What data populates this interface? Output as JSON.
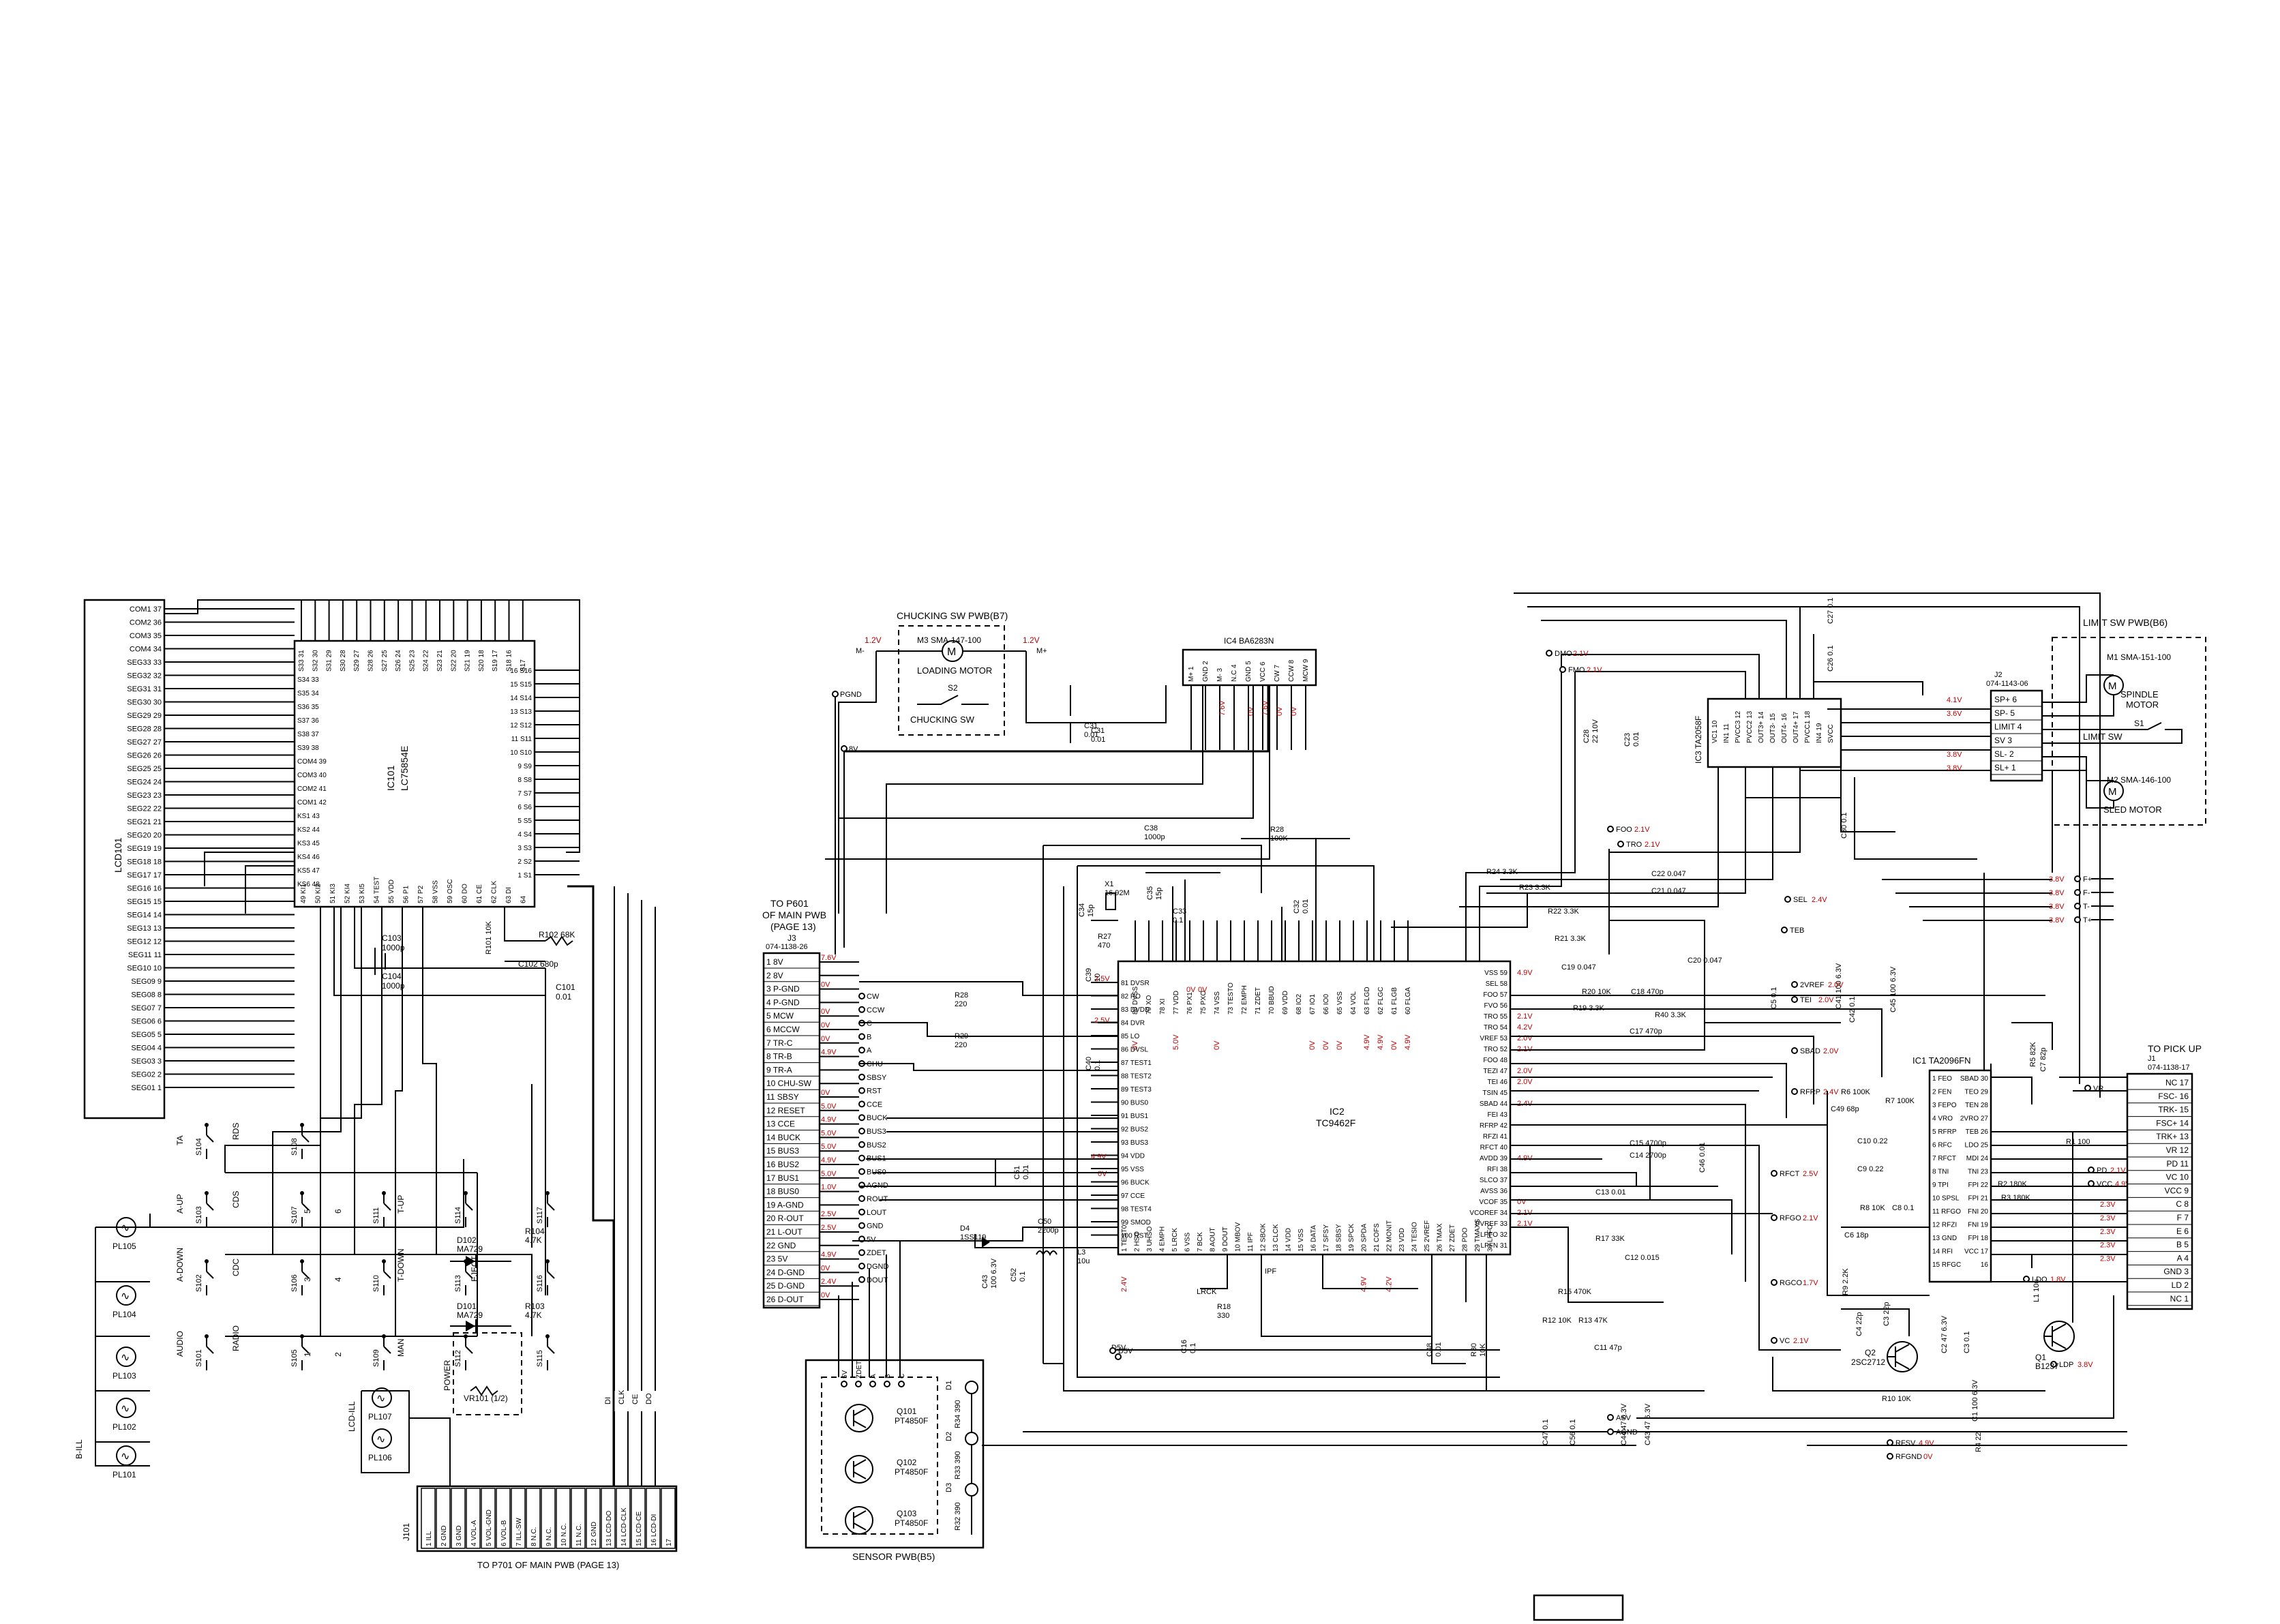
{
  "sheet": {
    "blank_label_box": ""
  },
  "lcd": {
    "name": "LCD101",
    "pins_left": [
      "COM1 37",
      "COM2 36",
      "COM3 35",
      "COM4 34",
      "SEG33 33",
      "SEG32 32",
      "SEG31 31",
      "SEG30 30",
      "SEG29 29",
      "SEG28 28",
      "SEG27 27",
      "SEG26 26",
      "SEG25 25",
      "SEG24 24",
      "SEG23 23",
      "SEG22 22",
      "SEG21 21",
      "SEG20 20",
      "SEG19 19",
      "SEG18 18",
      "SEG17 17",
      "SEG16 16",
      "SEG15 15",
      "SEG14 14",
      "SEG13 13",
      "SEG12 12",
      "SEG11 11",
      "SEG10 10",
      "SEG09 9",
      "SEG08 8",
      "SEG07 7",
      "SEG06 6",
      "SEG05 5",
      "SEG04 4",
      "SEG03 3",
      "SEG02 2",
      "SEG01 1"
    ]
  },
  "ic101": {
    "name": "IC101",
    "part": "LC75854E",
    "top_pins": [
      "S33 31",
      "S32 30",
      "S31 29",
      "S30 28",
      "S29 27",
      "S28 26",
      "S27 25",
      "S26 24",
      "S25 23",
      "S24 22",
      "S23 21",
      "S22 20",
      "S21 19",
      "S20 18",
      "S19 17",
      "S18 16",
      "S17"
    ],
    "left_pins": [
      "S34 33",
      "S35 34",
      "S36 35",
      "S37 36",
      "S38 37",
      "S39 38",
      "COM4 39",
      "COM3 40",
      "COM2 41",
      "COM1 42",
      "KS1 43",
      "KS2 44",
      "KS3 45",
      "KS4 46",
      "KS5 47",
      "KS6 48"
    ],
    "right_pins": [
      "16 S16",
      "15 S15",
      "14 S14",
      "13 S13",
      "12 S12",
      "11 S11",
      "10 S10",
      "9 S9",
      "8 S8",
      "7 S7",
      "6 S6",
      "5 S5",
      "4 S4",
      "3 S3",
      "2 S2",
      "1 S1"
    ],
    "bottom_pins": [
      "49 KI1",
      "50 KI2",
      "51 KI3",
      "52 KI4",
      "53 KI5",
      "54 TEST",
      "55 VDD",
      "56 P1",
      "57 P2",
      "58 VSS",
      "59 OSC",
      "60 DO",
      "61 CE",
      "62 CLK",
      "63 DI",
      "64"
    ]
  },
  "keys": {
    "groups": [
      {
        "label": "TA",
        "switches": [
          "S104",
          "S108"
        ],
        "extra": "RDS"
      },
      {
        "label": "A-UP",
        "switches": [
          "S103",
          "S107",
          "S111",
          "S114",
          "S117"
        ],
        "extra": "CDS"
      },
      {
        "label": "A-DOWN",
        "switches": [
          "S102",
          "S106",
          "S110",
          "S113",
          "S116"
        ],
        "extra": "CDC"
      },
      {
        "label": "AUDIO",
        "switches": [
          "S101",
          "S105",
          "S109",
          "S112",
          "S115"
        ],
        "extra": "RADIO"
      }
    ],
    "names": [
      "5",
      "6",
      "T-UP",
      "3",
      "4",
      "T-DOWN",
      "1",
      "2",
      "MAN",
      "EJECT",
      "POWER"
    ]
  },
  "lamps": [
    "PL105",
    "PL104",
    "PL103",
    "PL102",
    "PL101",
    "PL107",
    "PL106"
  ],
  "lamp_net": "B-ILL",
  "lcd_ill": "LCD-ILL",
  "diodes": [
    {
      "ref": "D102",
      "part": "MA729"
    },
    {
      "ref": "D101",
      "part": "MA729"
    }
  ],
  "passives_left": [
    {
      "ref": "C103",
      "value": "1000p"
    },
    {
      "ref": "C104",
      "value": "1000p"
    },
    {
      "ref": "R102",
      "value": "68K"
    },
    {
      "ref": "C102",
      "value": "680p"
    },
    {
      "ref": "C101",
      "value": "0.01"
    },
    {
      "ref": "R104",
      "value": "4.7K"
    },
    {
      "ref": "R103",
      "value": "4.7K"
    },
    {
      "ref": "R101",
      "value": "10K"
    }
  ],
  "vr101": "VR101 (1/2)",
  "j101": {
    "name": "J101",
    "pins": [
      "1 ILL",
      "2 GND",
      "3 GND",
      "4 VOL-A",
      "5 VOL-GND",
      "6 VOL-B",
      "7 ILL-SW",
      "8 N.C.",
      "9 N.C.",
      "10 N.C.",
      "11 N.C.",
      "12 GND",
      "13 LCD-DO",
      "14 LCD-CLK",
      "15 LCD-CE",
      "16 LCD-DI",
      "17"
    ],
    "nets": [
      "DI",
      "CLK",
      "CE",
      "DO"
    ],
    "caption": "TO P701 OF MAIN PWB (PAGE 13)"
  },
  "chucking": {
    "title": "CHUCKING SW PWB(B7)",
    "motor": "M3  SMA-147-100",
    "motor_label": "LOADING MOTOR",
    "switch": "S2",
    "switch_label": "CHUCKING SW",
    "v_left": "1.2V",
    "v_right": "1.2V",
    "pin_left": "M-",
    "pin_right": "M+"
  },
  "ic4": {
    "name": "IC4  BA6283N",
    "pins": [
      "M+ 1",
      "GND 2",
      "M- 3",
      "N.C 4",
      "GND 5",
      "VCC 6",
      "CW 7",
      "CCW 8",
      "MCW 9"
    ],
    "volts": [
      "",
      "",
      "7.6V",
      "",
      "0V",
      "7.6V",
      "0V",
      "0V",
      ""
    ]
  },
  "j3": {
    "caption": "TO P601 OF MAIN PWB (PAGE 13)",
    "ref": "J3",
    "part": "074-1138-26",
    "pins": [
      "1 8V",
      "2 8V",
      "3 P-GND",
      "4 P-GND",
      "5 MCW",
      "6 MCCW",
      "7 TR-C",
      "8 TR-B",
      "9 TR-A",
      "10 CHU-SW",
      "11 SBSY",
      "12 RESET",
      "13 CCE",
      "14 BUCK",
      "15 BUS3",
      "16 BUS2",
      "17 BUS1",
      "18 BUS0",
      "19 A-GND",
      "20 R-OUT",
      "21 L-OUT",
      "22 GND",
      "23 5V",
      "24 D-GND",
      "25 D-GND",
      "26 D-OUT"
    ],
    "volts": [
      "7.6V",
      "",
      "0V",
      "",
      "0V",
      "0V",
      "0V",
      "4.9V",
      "",
      "",
      "0V",
      "5.0V",
      "4.9V",
      "5.0V",
      "5.0V",
      "4.9V",
      "5.0V",
      "1.0V",
      "",
      "2.5V",
      "2.5V",
      "",
      "4.9V",
      "0V",
      "2.4V",
      "0V"
    ],
    "nets": [
      "PGND",
      "8V",
      "CW",
      "CCW",
      "C",
      "B",
      "A",
      "CHU",
      "SBSY",
      "RST",
      "CCE",
      "BUCK",
      "BUS3",
      "BUS2",
      "BUS1",
      "BUS0",
      "AGND",
      "ROUT",
      "LOUT",
      "GND",
      "5V",
      "ZDET",
      "DGND",
      "DOUT"
    ]
  },
  "ic2": {
    "name": "IC2",
    "part": "TC9462F",
    "top_pins": [
      "80 DVSS",
      "79 XO",
      "78 XI",
      "77 VDD",
      "76 PX1",
      "75 PXO",
      "74 VSS",
      "73 TESTO",
      "72 EMPH",
      "71 ZDET",
      "70 BBUD",
      "69 VDD",
      "68 IO2",
      "67 IO1",
      "66 IO0",
      "65 VSS",
      "64 VOL",
      "63 FLGD",
      "62 FLGC",
      "61 FLGB",
      "60 FLGA"
    ],
    "left_pins": [
      "81 DVSR",
      "82 RO",
      "83 DVDD",
      "84 DVR",
      "85 LO",
      "86 DVSL",
      "87 TEST1",
      "88 TEST2",
      "89 TEST3",
      "90 BUS0",
      "91 BUS1",
      "92 BUS2",
      "93 BUS3",
      "94 VDD",
      "95 VSS",
      "96 BUCK",
      "97 CCE",
      "98 TEST4",
      "99 SMOD",
      "100 RST"
    ],
    "bottom_pins": [
      "1 TEST0",
      "2 HSO",
      "3 UHSO",
      "4 EMPH",
      "5 LRCK",
      "6 VSS",
      "7 BCK",
      "8 AOUT",
      "9 DOUT",
      "10 MBOV",
      "11 IPF",
      "12 SBOK",
      "13 CLCK",
      "14 VDD",
      "15 VSS",
      "16 DATA",
      "17 SFSY",
      "18 SBSY",
      "19 SPCK",
      "20 SPDA",
      "21 COFS",
      "22 MONIT",
      "23 VDD",
      "24 TESIO",
      "25 2VREF",
      "26 TMAX",
      "27 ZDET",
      "28 PDO",
      "29 TMAXS",
      "30 LPFO"
    ],
    "right_pins": [
      "VSS 59",
      "SEL 58",
      "FOO 57",
      "FVO 56",
      "TRO 55",
      "TRO 54",
      "VREF 53",
      "TRO 52",
      "FOO 48",
      "TEZI 47",
      "TEI 46",
      "TSIN 45",
      "SBAD 44",
      "FEI 43",
      "RFRP 42",
      "RFZI 41",
      "RFCT 40",
      "AVDD 39",
      "RFI 38",
      "SLCO 37",
      "AVSS 36",
      "VCOF 35",
      "VCOREF 34",
      "PVREF 33",
      "LPFO 32",
      "LPFN 31"
    ],
    "top_volts": [
      "0V",
      "",
      "",
      "5.0V",
      "",
      "",
      "0V",
      "",
      "",
      "",
      "",
      "",
      "",
      "0V",
      "0V",
      "0V",
      "",
      "4.9V",
      "4.9V",
      "0V",
      "4.9V"
    ],
    "left_volts": [
      "2.5V",
      "",
      "",
      "",
      "",
      "",
      "",
      "",
      "",
      "",
      "",
      "",
      "",
      "",
      "",
      "",
      "",
      "",
      "",
      ""
    ],
    "right_volts": [
      "4.9V",
      "",
      "",
      "",
      "2.1V",
      "4.2V",
      "2.0V",
      "2.1V",
      "",
      "2.0V",
      "2.0V",
      "",
      "2.4V",
      "",
      "",
      "",
      "",
      "4.9V",
      "",
      "",
      "",
      "0V",
      "2.1V",
      "2.1V",
      "",
      ""
    ],
    "bottom_volts": [
      "2.4V",
      "",
      "",
      "",
      "",
      "",
      "",
      "",
      "",
      "",
      "",
      "",
      "",
      "",
      "",
      "",
      "",
      "",
      "",
      "4.9V",
      "",
      "4.2V",
      "",
      "",
      "",
      "",
      "",
      "",
      "",
      ""
    ]
  },
  "ic2_parts": [
    {
      "ref": "C38",
      "value": "1000p"
    },
    {
      "ref": "C34",
      "value": "15p"
    },
    {
      "ref": "X1",
      "value": "16.92M"
    },
    {
      "ref": "C35",
      "value": "15p"
    },
    {
      "ref": "C33",
      "value": "0.1"
    },
    {
      "ref": "R27",
      "value": "470"
    },
    {
      "ref": "R28",
      "value": "100K"
    },
    {
      "ref": "C32",
      "value": "0.01"
    },
    {
      "ref": "C39",
      "value": "10"
    },
    {
      "ref": "C40",
      "value": "0.1"
    },
    {
      "ref": "R28",
      "value": "220"
    },
    {
      "ref": "R29",
      "value": "220"
    },
    {
      "ref": "C51",
      "value": "0.01"
    },
    {
      "ref": "C50",
      "value": "2200p"
    },
    {
      "ref": "D4",
      "value": "1SS119"
    },
    {
      "ref": "L3",
      "value": "10u"
    },
    {
      "ref": "C43",
      "value": "100 6.3V"
    },
    {
      "ref": "C52",
      "value": "0.1"
    },
    {
      "ref": "R18",
      "value": "330"
    },
    {
      "ref": "C16",
      "value": "0.1"
    },
    {
      "ref": "C48",
      "value": "0.01"
    },
    {
      "ref": "R30",
      "value": "10K"
    },
    {
      "ref": "C31",
      "value": "0.01"
    },
    {
      "ref": "C28",
      "value": "22 10V"
    },
    {
      "ref": "C23",
      "value": "0.01"
    }
  ],
  "ic3": {
    "name": "IC3  TA2058F",
    "pins": [
      "VC1 10",
      "IN1 11",
      "PVCC3 12",
      "PVCC2 13",
      "OUT3+ 14",
      "OUT3- 15",
      "OUT4- 16",
      "OUT4+ 17",
      "PVCC1 18",
      "IN4 19",
      "SVCC"
    ]
  },
  "fe_parts": [
    {
      "ref": "C27",
      "value": "0.1"
    },
    {
      "ref": "C26",
      "value": "0.1"
    },
    {
      "ref": "C22",
      "value": "0.047"
    },
    {
      "ref": "C21",
      "value": "0.047"
    },
    {
      "ref": "C30",
      "value": "0.1"
    },
    {
      "ref": "R24",
      "value": "3.3K"
    },
    {
      "ref": "R23",
      "value": "3.3K"
    },
    {
      "ref": "R22",
      "value": "3.3K"
    },
    {
      "ref": "R21",
      "value": "3.3K"
    },
    {
      "ref": "C20",
      "value": "0.047"
    },
    {
      "ref": "C19",
      "value": "0.047"
    },
    {
      "ref": "R19",
      "value": "3.3K"
    },
    {
      "ref": "R20",
      "value": "10K"
    },
    {
      "ref": "C18",
      "value": "470p"
    },
    {
      "ref": "C17",
      "value": "470p"
    },
    {
      "ref": "R40",
      "value": "3.3K"
    },
    {
      "ref": "C15",
      "value": "4700p"
    },
    {
      "ref": "C14",
      "value": "2700p"
    },
    {
      "ref": "C13",
      "value": "0.01"
    },
    {
      "ref": "C46",
      "value": "0.01"
    },
    {
      "ref": "R17",
      "value": "33K"
    },
    {
      "ref": "C12",
      "value": "0.015"
    },
    {
      "ref": "R15",
      "value": "470K"
    },
    {
      "ref": "R12",
      "value": "10K"
    },
    {
      "ref": "R13",
      "value": "47K"
    },
    {
      "ref": "C11",
      "value": "47p"
    },
    {
      "ref": "C41",
      "value": "100 6.3V"
    },
    {
      "ref": "C42",
      "value": "0.1"
    },
    {
      "ref": "C45",
      "value": "100 6.3V"
    },
    {
      "ref": "C5",
      "value": "0.1"
    },
    {
      "ref": "R5",
      "value": "82K"
    },
    {
      "ref": "C7",
      "value": "82p"
    },
    {
      "ref": "R6",
      "value": "100K"
    },
    {
      "ref": "R7",
      "value": "100K"
    },
    {
      "ref": "C49",
      "value": "68p"
    },
    {
      "ref": "C10",
      "value": "0.22"
    },
    {
      "ref": "C9",
      "value": "0.22"
    },
    {
      "ref": "R8",
      "value": "10K"
    },
    {
      "ref": "C8",
      "value": "0.1"
    },
    {
      "ref": "C6",
      "value": "18p"
    },
    {
      "ref": "R9",
      "value": "2.2K"
    },
    {
      "ref": "C4",
      "value": "22p"
    },
    {
      "ref": "C3",
      "value": "22p"
    },
    {
      "ref": "R10",
      "value": "10K"
    },
    {
      "ref": "C2",
      "value": "47 6.3V"
    },
    {
      "ref": "C3",
      "value": "0.1"
    },
    {
      "ref": "C1",
      "value": "100 6.3V"
    },
    {
      "ref": "R4",
      "value": "22"
    },
    {
      "ref": "L1",
      "value": "10u"
    },
    {
      "ref": "R2",
      "value": "180K"
    },
    {
      "ref": "R3",
      "value": "180K"
    },
    {
      "ref": "R1",
      "value": "100"
    },
    {
      "ref": "C47",
      "value": "0.1"
    },
    {
      "ref": "C56",
      "value": "0.1"
    },
    {
      "ref": "C44",
      "value": "47 6.3V"
    },
    {
      "ref": "C43",
      "value": "47 6.3V"
    }
  ],
  "transistors": [
    {
      "ref": "Q2",
      "part": "2SC2712"
    },
    {
      "ref": "Q1",
      "part": "B1237"
    }
  ],
  "ic1": {
    "name": "IC1  TA2096FN",
    "left_pins": [
      "1 FEO",
      "2 FEN",
      "3 FEPO",
      "4 VRO",
      "5 RFRP",
      "6 RFC",
      "7 RFCT",
      "8 TNI",
      "9 TPI",
      "10 SPSL",
      "11 RFGO",
      "12 RFZI",
      "13 GND",
      "14 RFI",
      "15 RFGC"
    ],
    "right_pins": [
      "SBAD 30",
      "TEO 29",
      "TEN 28",
      "2VRO 27",
      "TEB 26",
      "LDO 25",
      "MDI 24",
      "TNI 23",
      "FPI 22",
      "FPI 21",
      "FNI 20",
      "FNI 19",
      "FPI 18",
      "VCC 17",
      "16"
    ]
  },
  "nets_right": [
    {
      "name": "DMO",
      "volt": "2.1V"
    },
    {
      "name": "FMO",
      "volt": "2.1V"
    },
    {
      "name": "FOO",
      "volt": "2.1V"
    },
    {
      "name": "TRO",
      "volt": "2.1V"
    },
    {
      "name": "SEL",
      "volt": "2.4V"
    },
    {
      "name": "TEB",
      "volt": ""
    },
    {
      "name": "2VREF",
      "volt": "2.0V"
    },
    {
      "name": "TEI",
      "volt": "2.0V"
    },
    {
      "name": "SBAD",
      "volt": "2.0V"
    },
    {
      "name": "RFRP",
      "volt": "2.4V"
    },
    {
      "name": "RFCT",
      "volt": "2.5V"
    },
    {
      "name": "RFGO",
      "volt": "2.1V"
    },
    {
      "name": "RGCO",
      "volt": "1.7V"
    },
    {
      "name": "VC",
      "volt": "2.1V"
    },
    {
      "name": "LDO",
      "volt": "1.8V"
    },
    {
      "name": "LDP",
      "volt": "3.8V"
    },
    {
      "name": "ASV",
      "volt": ""
    },
    {
      "name": "AGND",
      "volt": ""
    },
    {
      "name": "RFSV",
      "volt": "4.9V"
    },
    {
      "name": "RFGND",
      "volt": "0V"
    },
    {
      "name": "D5V",
      "volt": ""
    },
    {
      "name": "VR",
      "volt": ""
    },
    {
      "name": "PD",
      "volt": "2.1V"
    },
    {
      "name": "VCC",
      "volt": "4.9V"
    }
  ],
  "limit": {
    "title": "LIMIT SW PWB(B6)",
    "connector": "J2  074-1143-06",
    "pins": [
      "SP+ 6",
      "SP- 5",
      "LIMIT 4",
      "SV 3",
      "SL- 2",
      "SL+ 1"
    ],
    "volts": [
      "4.1V",
      "3.6V",
      "",
      "",
      "3.8V",
      "3.8V"
    ],
    "m1": "M1  SMA-151-100",
    "m1_label": "SPINDLE MOTOR",
    "s1": "S1",
    "s1_label": "LIMIT SW",
    "m2": "M2  SMA-146-100",
    "m2_label": "SLED MOTOR"
  },
  "focus_nets": [
    {
      "name": "F+",
      "volt": "3.8V"
    },
    {
      "name": "F-",
      "volt": "3.8V"
    },
    {
      "name": "T-",
      "volt": "3.8V"
    },
    {
      "name": "T+",
      "volt": "3.8V"
    }
  ],
  "pickup": {
    "caption": "TO PICK UP",
    "connector": "J1  074-1138-17",
    "pins": [
      "NC 17",
      "FSC- 16",
      "TRK- 15",
      "FSC+ 14",
      "TRK+ 13",
      "VR 12",
      "PD 11",
      "VC 10",
      "VCC 9",
      "C 8",
      "F 7",
      "E 6",
      "B 5",
      "A 4",
      "GND 3",
      "LD 2",
      "NC 1"
    ],
    "volts": [
      "",
      "",
      "",
      "",
      "",
      "",
      "",
      "",
      "",
      "2.3V",
      "2.3V",
      "2.3V",
      "2.3V",
      "2.3V",
      "",
      "",
      ""
    ]
  },
  "sensor": {
    "title": "SENSOR PWB(B5)",
    "pins": [
      "5V",
      "ZDET",
      "A",
      "B",
      "C"
    ],
    "q": [
      {
        "ref": "Q101",
        "part": "PT4850F"
      },
      {
        "ref": "Q102",
        "part": "PT4850F"
      },
      {
        "ref": "Q103",
        "part": "PT4850F"
      }
    ],
    "d": [
      "D1",
      "D2",
      "D3"
    ],
    "r": [
      {
        "ref": "R34",
        "value": "390"
      },
      {
        "ref": "R33",
        "value": "390"
      },
      {
        "ref": "R32",
        "value": "390"
      }
    ]
  }
}
